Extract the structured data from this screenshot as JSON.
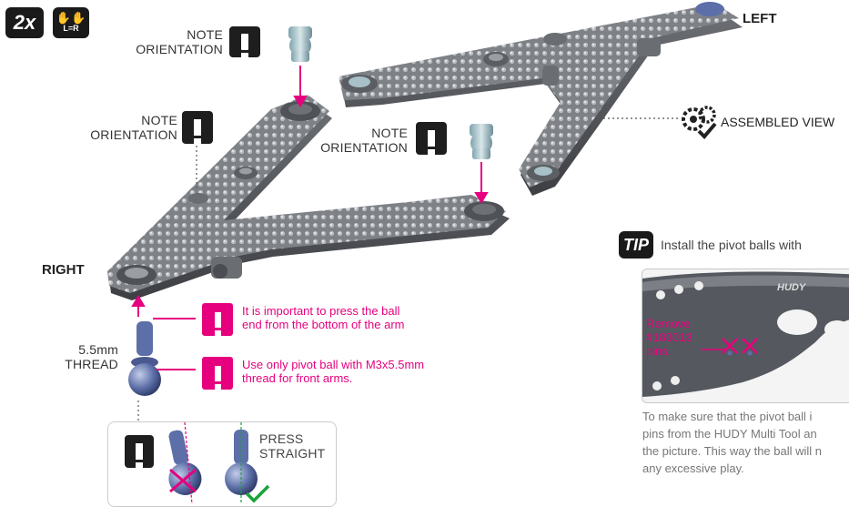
{
  "header": {
    "count": "2x",
    "hands": "L=R"
  },
  "labels": {
    "left": "LEFT",
    "right": "RIGHT",
    "assembled_view": "ASSEMBLED VIEW",
    "note_orientation_1": "NOTE\nORIENTATION",
    "note_orientation_2": "NOTE\nORIENTATION",
    "note_orientation_3": "NOTE\nORIENTATION",
    "thread": "5.5mm\nTHREAD"
  },
  "warnings": [
    {
      "text": "It is important to press the ball\nend from the bottom of the arm"
    },
    {
      "text": "Use only pivot ball with M3x5.5mm\nthread for front arms."
    }
  ],
  "press_box": {
    "press_straight": "PRESS\nSTRAIGHT"
  },
  "tip": {
    "badge": "TIP",
    "headline": "Install the pivot balls with",
    "remove_label": "Remove\n#183013\npins.",
    "tool_brand": "HUDY",
    "body": "To make sure that the pivot ball i\npins from the HUDY Multi Tool an\nthe picture. This way the ball will n\nany excessive play."
  },
  "colors": {
    "accent": "#e6007e",
    "dark": "#1a1a1a",
    "metal": "#8a8d92",
    "ball": "#5c6fa8",
    "check": "#1aa33a"
  }
}
